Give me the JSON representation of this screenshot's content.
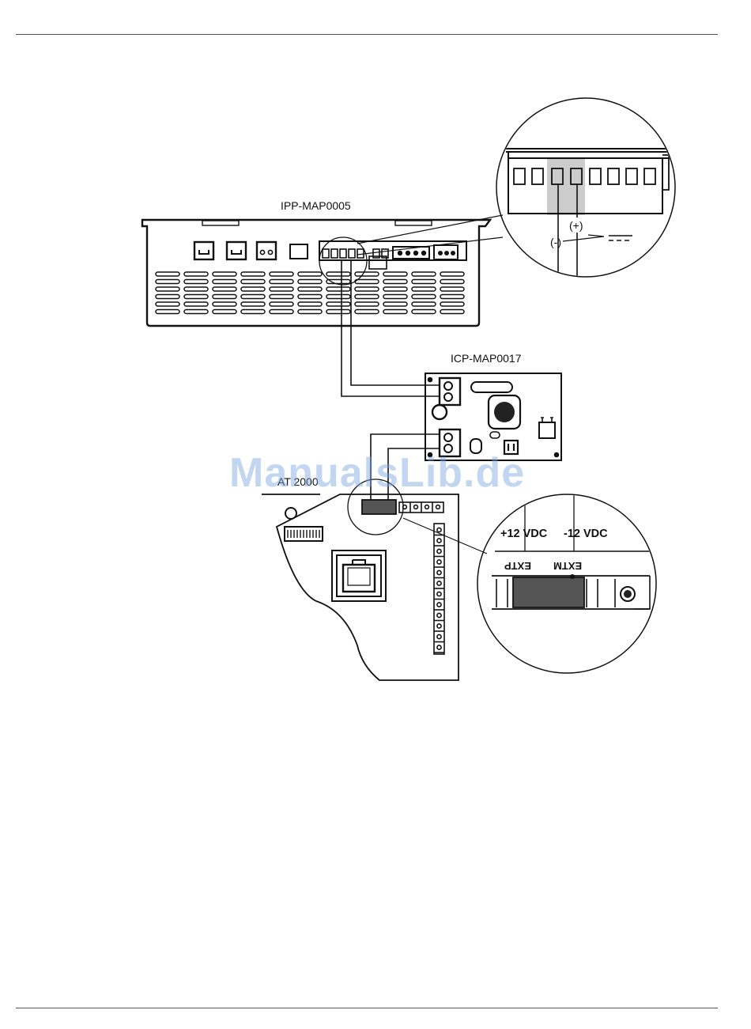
{
  "labels": {
    "ipp_title": "IPP-MAP0005",
    "icp_title": "ICP-MAP0017",
    "board_title": "AT 2000",
    "plus_marker": "(+)",
    "minus_marker": "(-)",
    "plus_12vdc": "+12 VDC",
    "minus_12vdc": "-12 VDC",
    "extp": "EXTP",
    "extm": "EXTM"
  },
  "watermark": "ManualsLib.de",
  "colors": {
    "line": "#111111",
    "highlight_grey": "#cccccc",
    "jumper_dark": "#555555",
    "watermark": "#78a5e1"
  }
}
